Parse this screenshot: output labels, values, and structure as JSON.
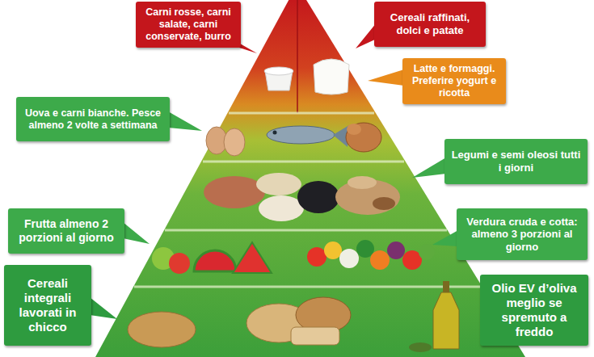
{
  "diagram": {
    "nodes": [
      {
        "text": [
          "Carni rosse, carni salate, carni conservate, burro"
        ]
      },
      {
        "text": [
          "Cereali raffinati, dolci e patate"
        ]
      },
      {
        "text": [
          "Latte e formaggi. Preferire yogurt e ricotta"
        ]
      },
      {
        "text": [
          "Uova e carni bianche. Pesce almeno 2 volte a settimana"
        ]
      },
      {
        "text": [
          "Legumi e semi oleosi tutti i giorni"
        ]
      },
      {
        "text": [
          "Frutta almeno 2 porzioni al giorno"
        ]
      },
      {
        "text": [
          "Verdura cruda e cotta: almeno 3 porzioni al giorno"
        ]
      },
      {
        "text": [
          "Cereali integrali lavorati in chicco"
        ]
      },
      {
        "text": [
          "Olio EV d’oliva meglio se spremuto a freddo"
        ]
      }
    ]
  }
}
